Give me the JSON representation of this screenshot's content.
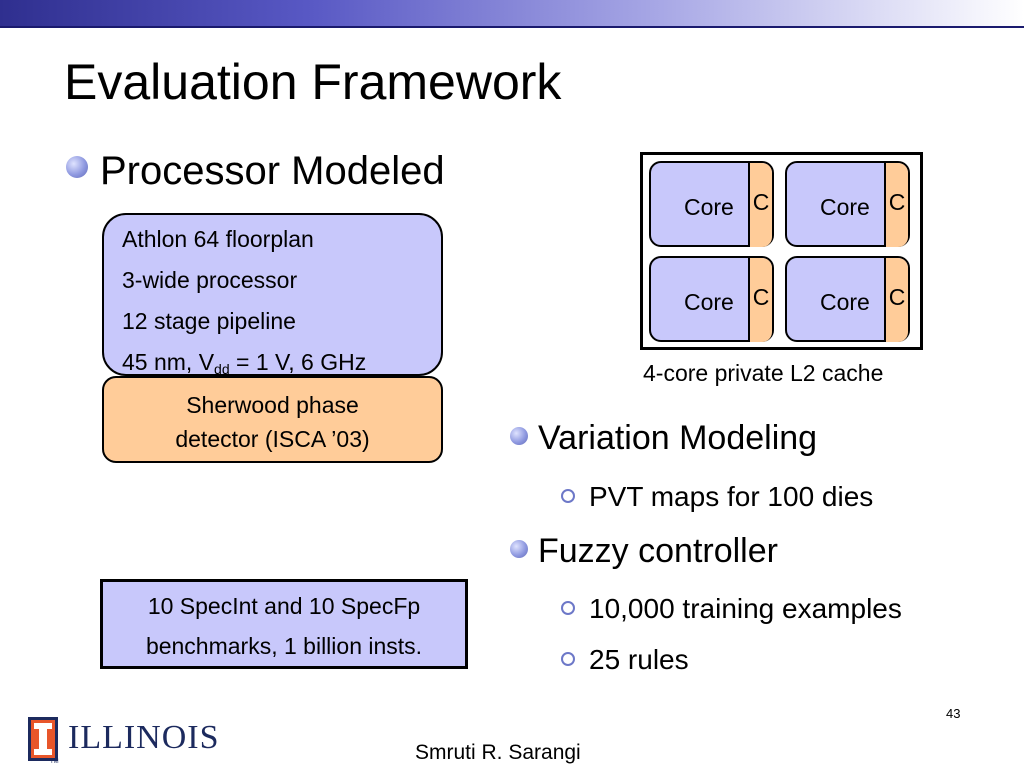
{
  "title": "Evaluation Framework",
  "processor": {
    "heading": "Processor Modeled",
    "floorplan_line": "Athlon 64 floorplan",
    "width_line": "3-wide processor",
    "pipeline_line": "12 stage pipeline",
    "tech_prefix": "45 nm, V",
    "tech_sub": "dd",
    "tech_suffix": " = 1 V, 6 GHz"
  },
  "sherwood": {
    "line1": "Sherwood phase",
    "line2": "detector (ISCA ’03)"
  },
  "benchmarks": {
    "line1": "10 SpecInt and 10 SpecFp",
    "line2": "benchmarks, 1 billion insts."
  },
  "floorplan_diagram": {
    "cores": [
      {
        "label": "Core",
        "cache": "C"
      },
      {
        "label": "Core",
        "cache": "C"
      },
      {
        "label": "Core",
        "cache": "C"
      },
      {
        "label": "Core",
        "cache": "C"
      }
    ],
    "caption": "4-core private L2 cache"
  },
  "right_bullets": {
    "variation": "Variation Modeling",
    "pvt": "PVT maps for 100 dies",
    "fuzzy": "Fuzzy controller",
    "training": "10,000 training examples",
    "rules": "25 rules"
  },
  "footer": {
    "slide_number": "43",
    "author": "Smruti R. Sarangi",
    "logo_text": "ILLINOIS",
    "logo_tm": "TM"
  },
  "colors": {
    "box_blue": "#c8c8fb",
    "box_orange": "#ffcc99",
    "logo_navy": "#1c2a5e",
    "logo_orange": "#e8562a"
  }
}
